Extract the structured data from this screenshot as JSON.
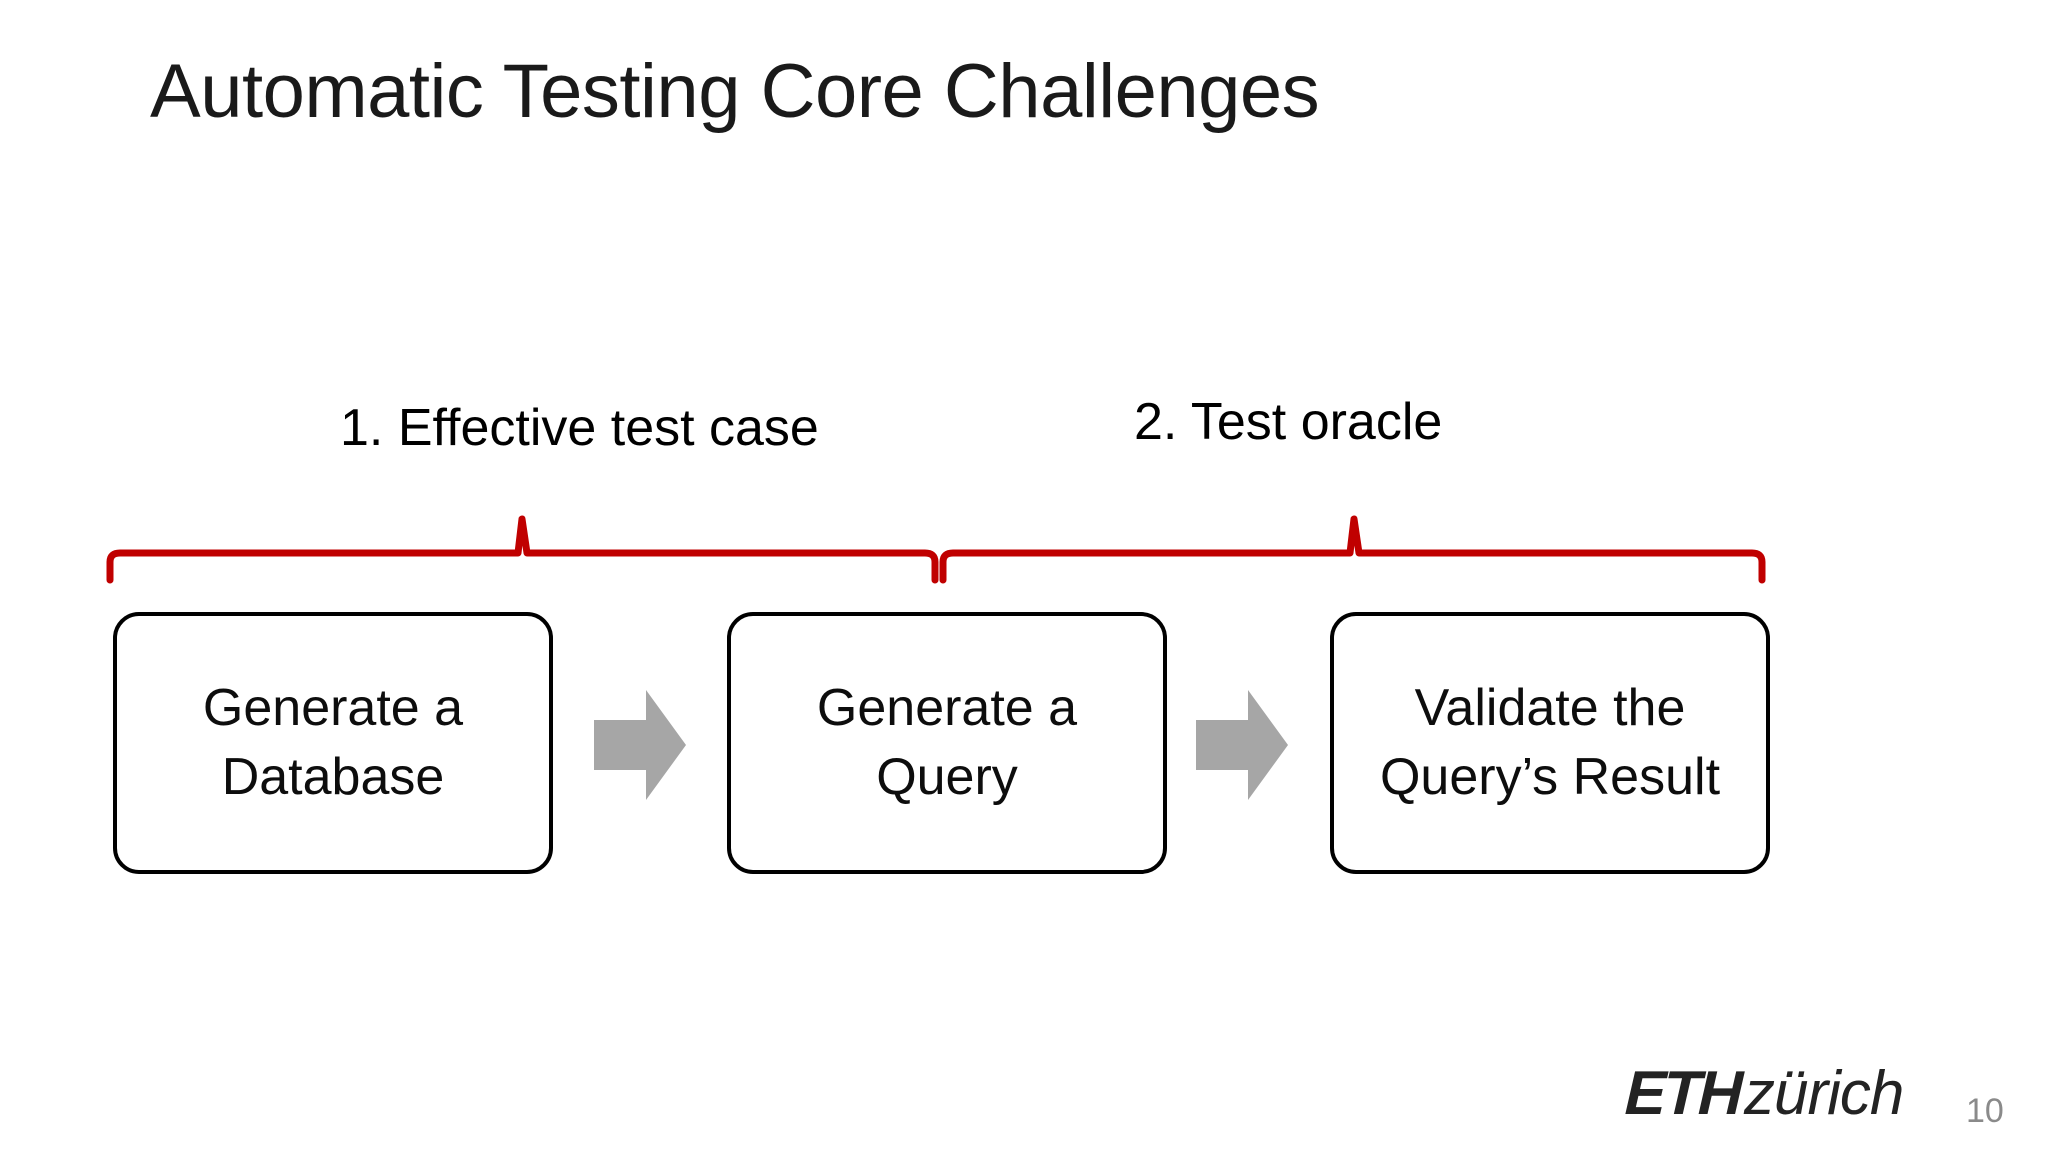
{
  "slide": {
    "title": "Automatic Testing Core Challenges",
    "page_number": "10",
    "background_color": "#FFFFFF"
  },
  "colors": {
    "brace_red": "#C00000",
    "arrow_gray": "#A6A6A6",
    "box_border": "#000000",
    "text": "#0D0D0D",
    "page_number_gray": "#8A8A8A",
    "logo_dark": "#232323"
  },
  "annotations": [
    {
      "id": "challenge-1",
      "label": "1. Effective test case",
      "brace_color": "#C00000",
      "spans_boxes": [
        "Generate a Database",
        "Generate a Query"
      ]
    },
    {
      "id": "challenge-2",
      "label": "2. Test oracle",
      "brace_color": "#C00000",
      "spans_boxes": [
        "Generate a Query",
        "Validate the Query’s Result"
      ]
    }
  ],
  "flow": {
    "steps": [
      {
        "id": "step-1",
        "line1": "Generate a",
        "line2": "Database"
      },
      {
        "id": "step-2",
        "line1": "Generate a",
        "line2": "Query"
      },
      {
        "id": "step-3",
        "line1": "Validate the",
        "line2": "Query’s Result"
      }
    ],
    "connectors": [
      {
        "id": "arrow-1",
        "icon": "right-arrow-icon"
      },
      {
        "id": "arrow-2",
        "icon": "right-arrow-icon"
      }
    ]
  },
  "footer": {
    "logo_mark": "ETH",
    "logo_word": "zürich",
    "page_number": "10"
  }
}
